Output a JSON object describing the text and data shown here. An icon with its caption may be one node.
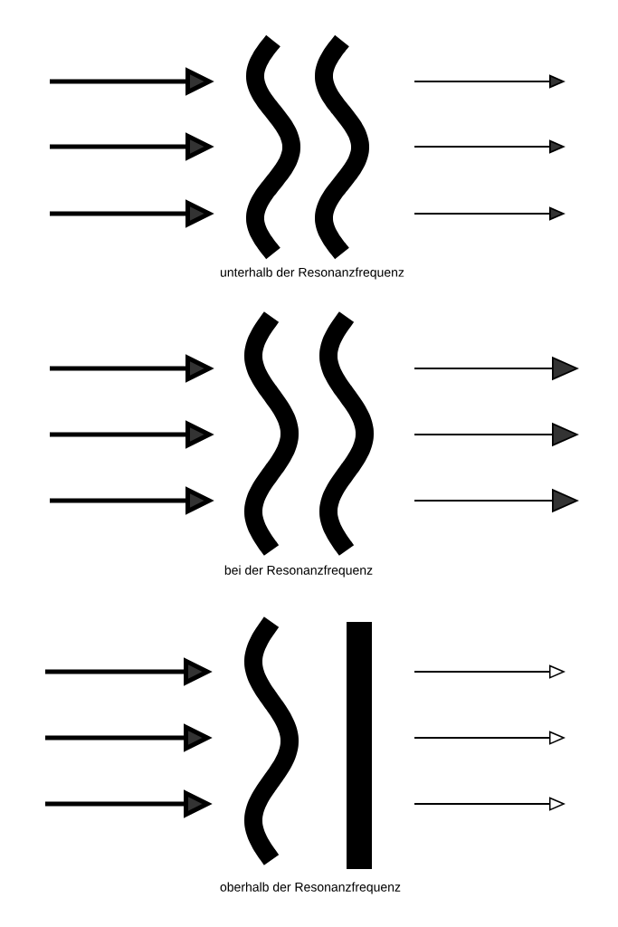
{
  "diagram": {
    "labels": [
      "unterhalb der Resonanzfrequenz",
      "bei der Resonanzfrequenz",
      "oberhalb der Resonanzfrequenz"
    ]
  }
}
